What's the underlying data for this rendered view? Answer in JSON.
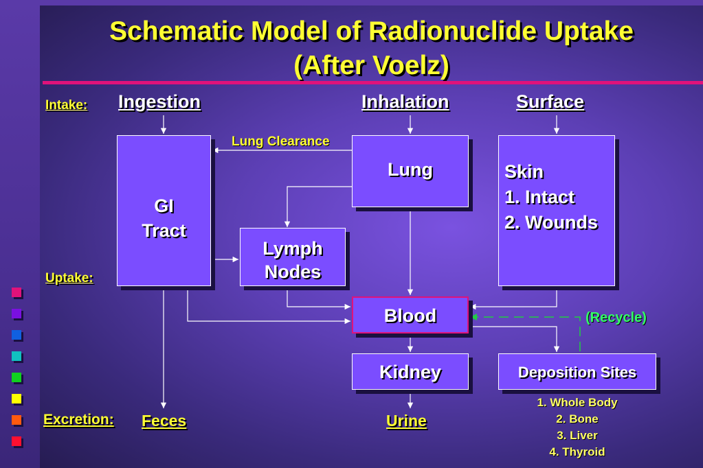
{
  "title": {
    "line1": "Schematic Model of Radionuclide Uptake",
    "line2": "(After Voelz)"
  },
  "row_labels": {
    "intake": "Intake:",
    "uptake": "Uptake:",
    "excretion": "Excretion:"
  },
  "routes": {
    "ingestion": "Ingestion",
    "inhalation": "Inhalation",
    "surface": "Surface"
  },
  "boxes": {
    "gi": [
      "GI",
      "Tract"
    ],
    "lung": "Lung",
    "skin": [
      "Skin",
      "1. Intact",
      "2. Wounds"
    ],
    "lymph": [
      "Lymph",
      "Nodes"
    ],
    "blood": "Blood",
    "kidney": "Kidney",
    "deposition": "Deposition Sites"
  },
  "edge_labels": {
    "lung_clearance": "Lung Clearance",
    "recycle": "(Recycle)"
  },
  "excretion": {
    "feces": "Feces",
    "urine": "Urine"
  },
  "deposition_sites": [
    "1. Whole Body",
    "2. Bone",
    "3. Liver",
    "4. Thyroid"
  ],
  "colors": {
    "title": "#ffff33",
    "accent_rule": "#e0127a",
    "box_fill": "#7b4dff",
    "blood_border": "#e0127a",
    "recycle": "#22cc44"
  },
  "legend_squares": [
    "#e0127a",
    "#7a10e0",
    "#1060e0",
    "#10c0c0",
    "#10d020",
    "#ffff00",
    "#ff5a10",
    "#ff1030"
  ]
}
